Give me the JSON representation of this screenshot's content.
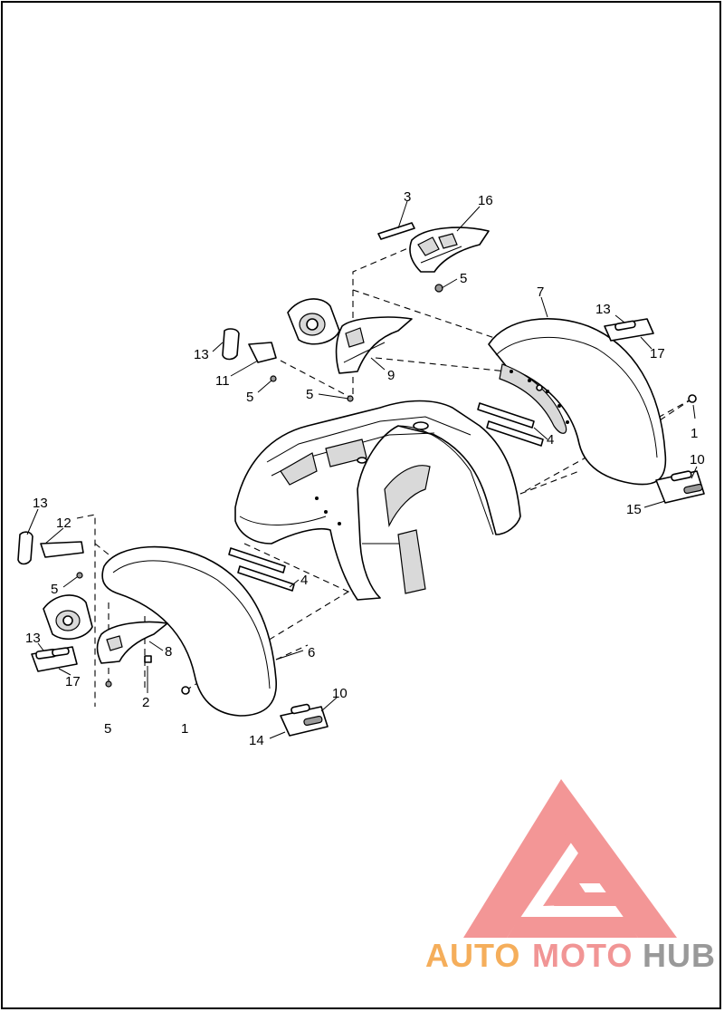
{
  "callouts": [
    {
      "id": "c3",
      "text": "3"
    },
    {
      "id": "c16",
      "text": "16"
    },
    {
      "id": "c5a",
      "text": "5"
    },
    {
      "id": "c7",
      "text": "7"
    },
    {
      "id": "c13a",
      "text": "13"
    },
    {
      "id": "c17a",
      "text": "17"
    },
    {
      "id": "c13b",
      "text": "13"
    },
    {
      "id": "c11",
      "text": "11"
    },
    {
      "id": "c9",
      "text": "9"
    },
    {
      "id": "c5b",
      "text": "5"
    },
    {
      "id": "c5c",
      "text": "5"
    },
    {
      "id": "c1a",
      "text": "1"
    },
    {
      "id": "c4a",
      "text": "4"
    },
    {
      "id": "c10a",
      "text": "10"
    },
    {
      "id": "c15",
      "text": "15"
    },
    {
      "id": "c13c",
      "text": "13"
    },
    {
      "id": "c12",
      "text": "12"
    },
    {
      "id": "c5d",
      "text": "5"
    },
    {
      "id": "c4b",
      "text": "4"
    },
    {
      "id": "c13d",
      "text": "13"
    },
    {
      "id": "c8",
      "text": "8"
    },
    {
      "id": "c6",
      "text": "6"
    },
    {
      "id": "c17b",
      "text": "17"
    },
    {
      "id": "c2",
      "text": "2"
    },
    {
      "id": "c10b",
      "text": "10"
    },
    {
      "id": "c5e",
      "text": "5"
    },
    {
      "id": "c1b",
      "text": "1"
    },
    {
      "id": "c14",
      "text": "14"
    }
  ],
  "watermark": {
    "part1": "AUTO",
    "part2": "MOTO",
    "part3": "HUB",
    "color_primary": "#f4a64a",
    "color_secondary": "#f08a8a",
    "color_tertiary": "#8f8f8f",
    "triangle_color": "#f28b8b"
  }
}
